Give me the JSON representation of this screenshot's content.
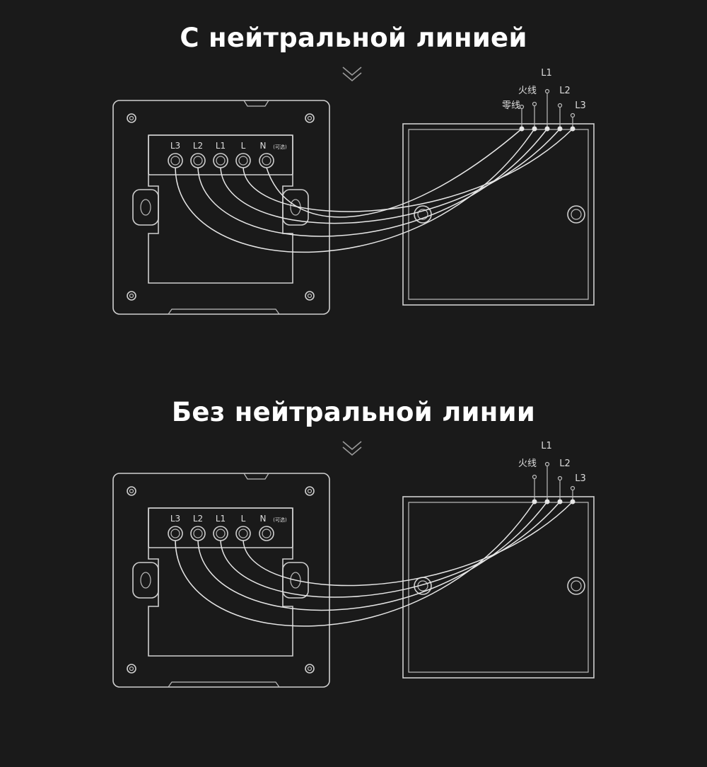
{
  "titles": {
    "with_neutral": "С нейтральной линией",
    "without_neutral": "Без нейтральной линии"
  },
  "terminals": [
    "L3",
    "L2",
    "L1",
    "L",
    "N"
  ],
  "terminal_optional_note": "(可选)",
  "wiring": {
    "with_neutral": {
      "wire_labels": [
        {
          "key": "L1",
          "text": "L1"
        },
        {
          "key": "live",
          "text": "火线"
        },
        {
          "key": "L2",
          "text": "L2"
        },
        {
          "key": "neutral",
          "text": "零线"
        },
        {
          "key": "L3",
          "text": "L3"
        }
      ]
    },
    "without_neutral": {
      "wire_labels": [
        {
          "key": "L1",
          "text": "L1"
        },
        {
          "key": "live",
          "text": "火线"
        },
        {
          "key": "L2",
          "text": "L2"
        },
        {
          "key": "L3",
          "text": "L3"
        }
      ]
    }
  },
  "colors": {
    "background": "#1a1a1a",
    "title": "#ffffff",
    "line": "#cfcfcf"
  },
  "icons": {
    "down_chevron": "double-chevron-down-icon"
  }
}
